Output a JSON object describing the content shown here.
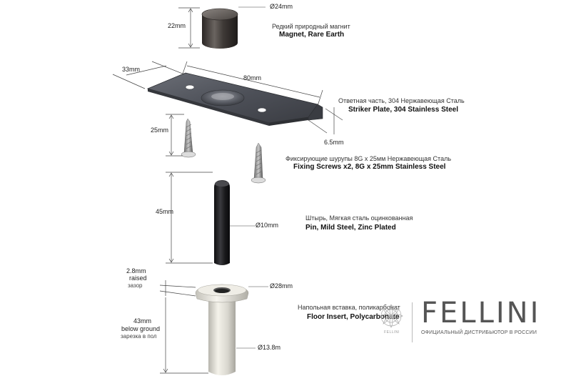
{
  "parts": {
    "magnet": {
      "label_ru": "Редкий природный магнит",
      "label_en": "Magnet, Rare Earth",
      "dim_diameter": "Ø24mm",
      "dim_height": "22mm"
    },
    "striker": {
      "label_ru": "Ответная часть, 304 Нержавеющая Сталь",
      "label_en": "Striker Plate, 304 Stainless Steel",
      "dim_width": "33mm",
      "dim_length": "80mm",
      "dim_depth": "6.5mm"
    },
    "screws": {
      "label_ru": "Фиксирующие шурупы 8G x 25мм Нержавеющая Сталь",
      "label_en": "Fixing Screws x2, 8G x 25mm Stainless Steel",
      "dim_length": "25mm"
    },
    "pin": {
      "label_ru": "Штырь, Мягкая сталь оцинкованная",
      "label_en": "Pin, Mild Steel, Zinc Plated",
      "dim_length": "45mm",
      "dim_diameter": "Ø10mm"
    },
    "insert": {
      "label_ru": "Напольная вставка, поликарбонат",
      "label_en": "Floor Insert, Polycarbonate",
      "dim_raised": "2.8mm",
      "dim_raised_en": "raised",
      "dim_raised_ru": "зазор",
      "dim_depth": "43mm",
      "dim_depth_en": "below ground",
      "dim_depth_ru": "зарезка в пол",
      "dim_flange": "Ø28mm",
      "dim_body": "Ø13.8m"
    }
  },
  "brand": {
    "name": "FELLINI",
    "subtitle": "ОФИЦИАЛЬНЫЙ ДИСТРИБЬЮТОР В РОССИИ",
    "emblem_text": "FELLINI"
  },
  "colors": {
    "metal_dark": "#3a3a3c",
    "plate": "#4a4c52",
    "pin": "#1c1c1e",
    "insert": "#e6e4dc",
    "dim_line": "#444444"
  },
  "icons": {
    "emblem": "ornament-emblem-icon"
  }
}
